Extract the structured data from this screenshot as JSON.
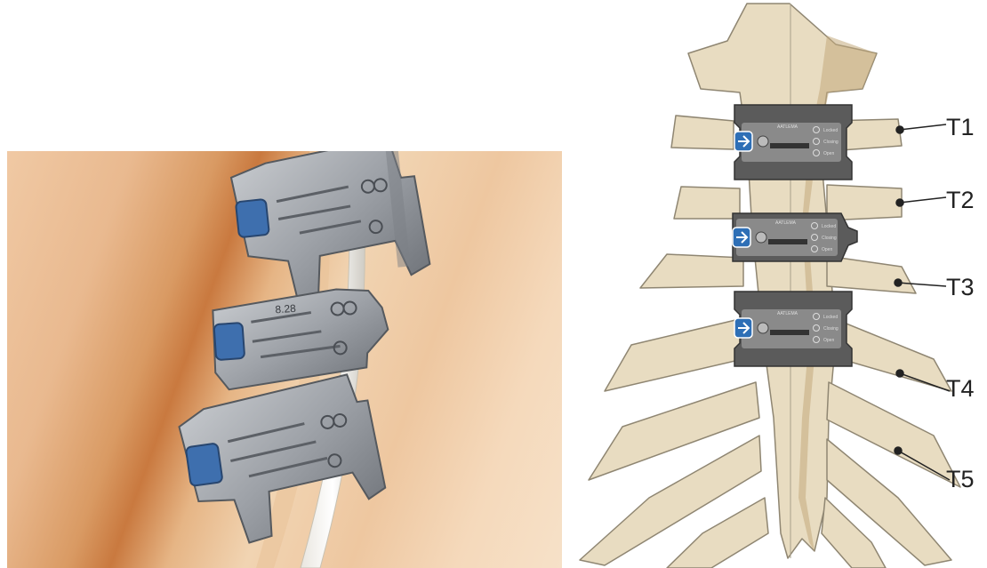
{
  "photo": {
    "clamps": [
      {
        "engraving": ""
      },
      {
        "engraving": "8.28"
      },
      {
        "engraving": ""
      }
    ]
  },
  "diagram": {
    "levels": [
      {
        "label": "T1"
      },
      {
        "label": "T2"
      },
      {
        "label": "T3"
      },
      {
        "label": "T4"
      },
      {
        "label": "T5"
      }
    ],
    "clamp_text": {
      "brand": "AATLEMA",
      "legend": [
        "Locked",
        "Closing",
        "Open"
      ]
    }
  },
  "colors": {
    "bone": "#e8dcc1",
    "bone_shadow": "#c2a97b",
    "bone_outline": "#8f8672",
    "clamp_dark": "#5b5b5b",
    "clamp_light": "#8a8a8a",
    "clamp_blue": "#2e6fb6",
    "label_line": "#222222"
  }
}
